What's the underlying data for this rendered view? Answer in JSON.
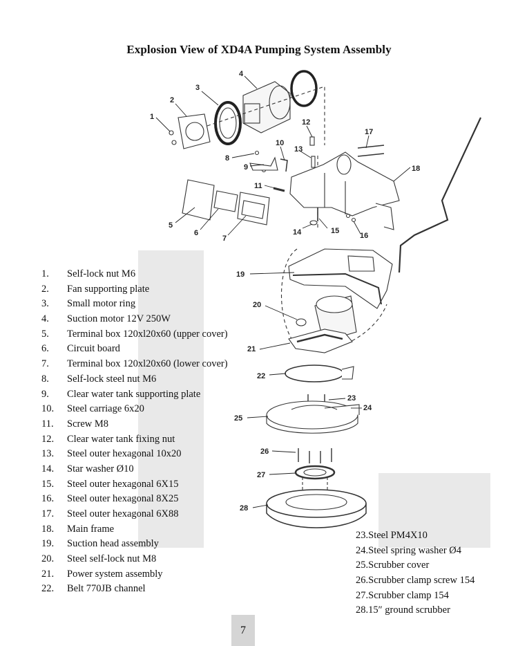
{
  "title": "Explosion View of XD4A Pumping System Assembly",
  "callouts": [
    "1",
    "2",
    "3",
    "4",
    "5",
    "6",
    "7",
    "8",
    "9",
    "10",
    "11",
    "12",
    "13",
    "14",
    "15",
    "16",
    "17",
    "18",
    "19",
    "20",
    "21",
    "22",
    "23",
    "24",
    "25",
    "26",
    "27",
    "28"
  ],
  "parts_left": [
    {
      "num": "1.",
      "text": "Self-lock nut M6"
    },
    {
      "num": "2.",
      "text": "Fan supporting plate"
    },
    {
      "num": "3.",
      "text": "Small motor ring"
    },
    {
      "num": "4.",
      "text": "Suction motor 12V 250W"
    },
    {
      "num": "5.",
      "text": "Terminal box 120xl20x60 (upper cover)"
    },
    {
      "num": "6.",
      "text": "Circuit board"
    },
    {
      "num": "7.",
      "text": "Terminal box 120xl20x60 (lower cover)"
    },
    {
      "num": "8.",
      "text": "Self-lock steel nut M6"
    },
    {
      "num": "9.",
      "text": "Clear water tank supporting plate"
    },
    {
      "num": "10.",
      "text": "Steel carriage 6x20"
    },
    {
      "num": "11.",
      "text": "Screw M8"
    },
    {
      "num": "12.",
      "text": "Clear water tank fixing nut"
    },
    {
      "num": "13.",
      "text": "Steel outer hexagonal 10x20"
    },
    {
      "num": "14.",
      "text": "Star washer Ø10"
    },
    {
      "num": "15.",
      "text": "Steel outer hexagonal 6X15"
    },
    {
      "num": "16.",
      "text": "Steel outer hexagonal 8X25"
    },
    {
      "num": "17.",
      "text": "Steel outer hexagonal 6X88"
    },
    {
      "num": "18.",
      "text": "Main frame"
    },
    {
      "num": "19.",
      "text": "Suction head assembly"
    },
    {
      "num": "20.",
      "text": "Steel self-lock nut M8"
    },
    {
      "num": "21.",
      "text": "Power system assembly"
    },
    {
      "num": "22.",
      "text": "Belt 770JB channel"
    }
  ],
  "parts_right": [
    "23.Steel PM4X10",
    "24.Steel spring washer Ø4",
    "25.Scrubber cover",
    "26.Scrubber clamp screw 154",
    "27.Scrubber clamp 154",
    "28.15″ ground scrubber"
  ],
  "page_number": "7"
}
